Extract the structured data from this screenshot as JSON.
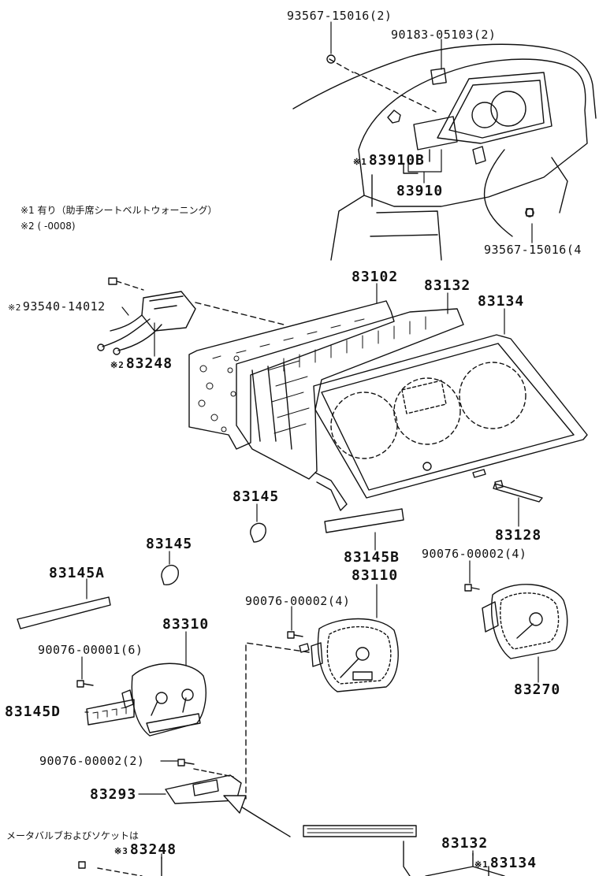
{
  "notes": {
    "note1_mark": "※1",
    "note1_text": "有り（助手席シートベルトウォーニング）",
    "note2_mark": "※2",
    "note2_text": "(      -0008)",
    "bottom_note": "メータバルブおよびソケットは"
  },
  "parts": {
    "p93567_15016_2": "93567-15016(2)",
    "p90183_05103_2": "90183-05103(2)",
    "p83910B_mark": "※1",
    "p83910B": "83910B",
    "p83910": "83910",
    "p93567_15016_4": "93567-15016(4",
    "p83102": "83102",
    "p83132": "83132",
    "p83134": "83134",
    "p93540_mark": "※2",
    "p93540_14012": "93540-14012",
    "p83248_mark": "※2",
    "p83248": "83248",
    "p83145_a": "83145",
    "p83145_b": "83145",
    "p83128": "83128",
    "p83145B": "83145B",
    "p90076_00002_4_right": "90076-00002(4)",
    "p83145A": "83145A",
    "p83110": "83110",
    "p90076_00002_4_mid": "90076-00002(4)",
    "p83310": "83310",
    "p90076_00001_6": "90076-00001(6)",
    "p83270": "83270",
    "p83145D": "83145D",
    "p90076_00002_2": "90076-00002(2)",
    "p83293": "83293",
    "p83248_bottom_mark": "※3",
    "p83248_bottom": "83248",
    "p83132_bottom": "83132",
    "p83134_bottom_mark": "※1",
    "p83134_bottom": "83134"
  }
}
